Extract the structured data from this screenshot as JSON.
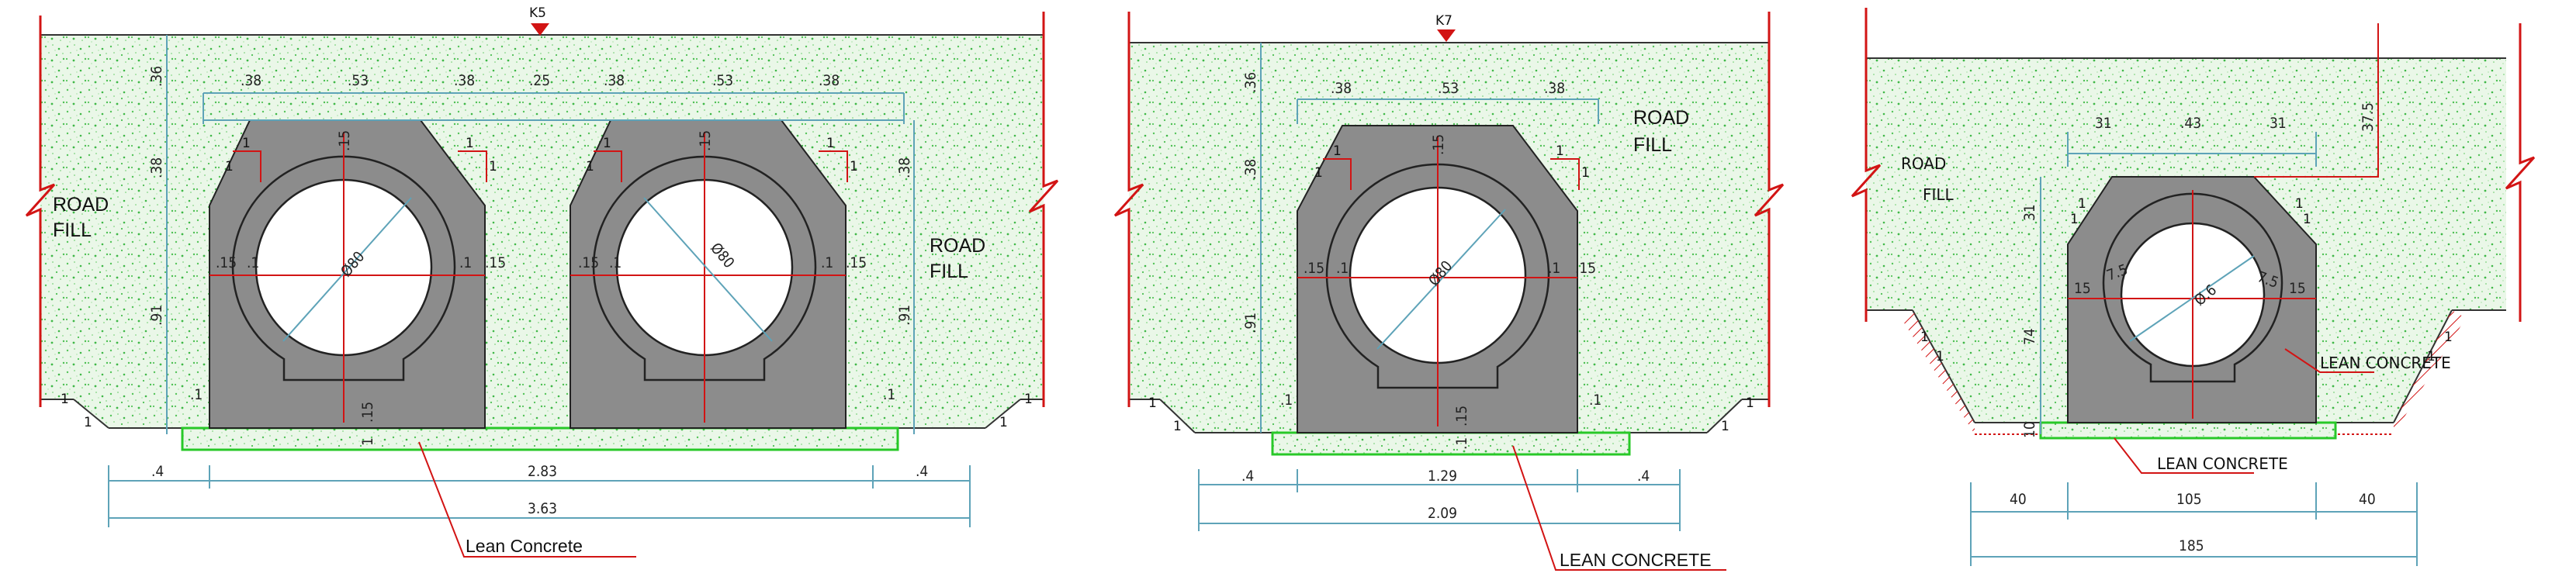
{
  "colors": {
    "fill_green": "#7fd07a",
    "culvert_grey": "#8c8c8c",
    "dim_blue": "#5ea3b8",
    "red": "#d21414",
    "lean_green": "#28c828"
  },
  "sections": [
    {
      "marker": "K5",
      "road_fill": "ROAD\nFILL",
      "lean_label": "Lean Concrete",
      "top_dims": [
        ".38",
        ".53",
        ".38",
        ".25",
        ".38",
        ".53",
        ".38"
      ],
      "left_vert_dims": [
        ".36",
        ".38",
        ".91"
      ],
      "right_vert_dims": [
        ".38",
        ".91"
      ],
      "diameter": "Ø80",
      "wall_top": ".15",
      "side_dims": [
        ".15",
        ".1",
        ".1",
        ".15"
      ],
      "bottom_small": [
        ".1",
        ".15",
        "1",
        ".1"
      ],
      "slope": [
        "1",
        "1"
      ],
      "bottom_dims": [
        ".4",
        "2.83",
        ".4"
      ],
      "total": "3.63"
    },
    {
      "marker": "K7",
      "road_fill": "ROAD\nFILL",
      "lean_label": "LEAN CONCRETE",
      "top_dims": [
        ".38",
        ".53",
        ".38"
      ],
      "left_vert_dims": [
        ".36",
        ".38",
        ".91"
      ],
      "diameter": "Ø80",
      "wall_top": ".15",
      "side_dims": [
        ".15",
        ".1",
        ".1",
        ".15"
      ],
      "bottom_small": [
        ".1",
        ".15",
        ".1",
        ".1"
      ],
      "slope": [
        "1",
        "1"
      ],
      "bottom_dims": [
        ".4",
        "1.29",
        ".4"
      ],
      "total": "2.09"
    },
    {
      "road_fill": "ROAD\nFILL",
      "lean_label": "LEAN CONCRETE",
      "lean_label_2": "LEAN CONCRETE",
      "top_dims": [
        "31",
        ".43",
        "31"
      ],
      "right_vert": "37.5",
      "left_vert_dims": [
        "31",
        "74",
        "10"
      ],
      "diameter": "Ø.6",
      "side_dims": [
        "15",
        "7.5",
        "7.5",
        "15"
      ],
      "slope": [
        "1",
        "1"
      ],
      "bottom_dims": [
        "40",
        "105",
        "40"
      ],
      "total": "185"
    }
  ]
}
